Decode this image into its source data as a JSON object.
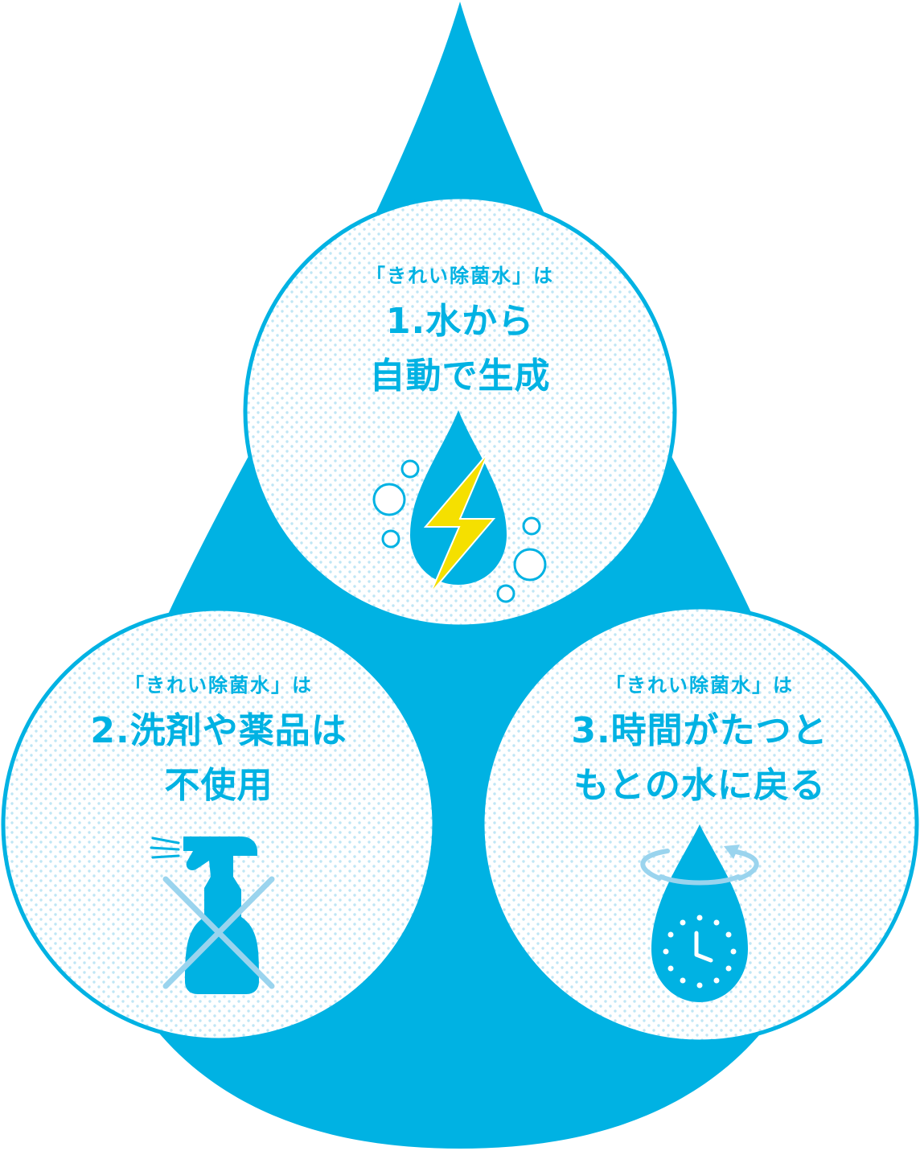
{
  "colors": {
    "drop_blue": "#00b2e3",
    "circle_dot": "#bfe6f5",
    "bolt_yellow": "#f5e000",
    "light_blue": "#9ad4ee"
  },
  "features": [
    {
      "subtitle": "「きれい除菌水」は",
      "line1": "1.水から",
      "line2": "自動で生成",
      "icon": "lightning-drop-icon"
    },
    {
      "subtitle": "「きれい除菌水」は",
      "line1": "2.洗剤や薬品は",
      "line2": "不使用",
      "icon": "crossed-spray-bottle-icon"
    },
    {
      "subtitle": "「きれい除菌水」は",
      "line1": "3.時間がたつと",
      "line2": "もとの水に戻る",
      "icon": "clock-drop-cycle-icon"
    }
  ]
}
